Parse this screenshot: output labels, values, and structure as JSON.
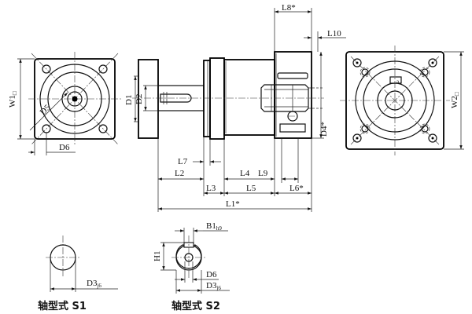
{
  "labels": {
    "L8": "L8*",
    "L10": "L10",
    "W1": "W1",
    "W1_sub": "□",
    "D5": "D5",
    "D6": "D6",
    "D1": "D1",
    "D2": "D2",
    "L7": "L7",
    "L2": "L2",
    "L4": "L4",
    "L9": "L9",
    "L3": "L3",
    "L5": "L5",
    "L6": "L6*",
    "L1": "L1*",
    "D4": "D4*",
    "W2": "W2",
    "W2_sub": "□",
    "B1": "B1",
    "B1_sub": "h9",
    "H1": "H1",
    "D3": "D3",
    "D3_sub": "j6",
    "D6b": "D6",
    "D3b": "D3",
    "D3b_sub": "j6"
  },
  "captions": {
    "s1": "轴型式 S1",
    "s2": "轴型式 S2"
  }
}
